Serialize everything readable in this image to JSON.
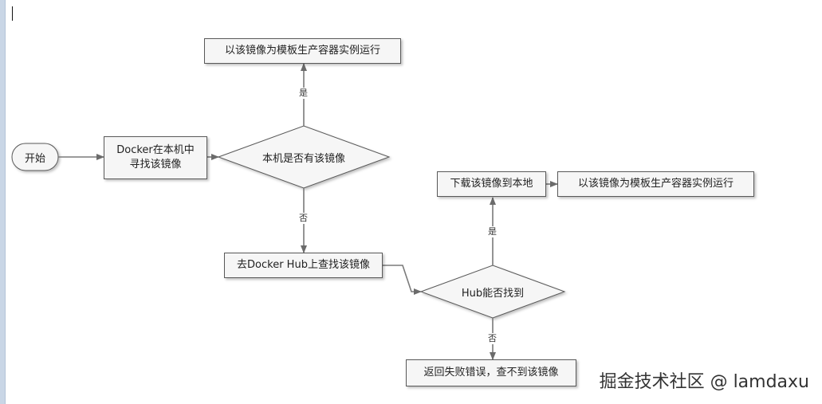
{
  "nodes": {
    "start": "开始",
    "search_local": "Docker在本机中\n寻找该镜像",
    "check_local": "本机是否有该镜像",
    "run_local": "以该镜像为模板生产容器实例运行",
    "search_hub": "去Docker Hub上查找该镜像",
    "check_hub": "Hub能否找到",
    "download": "下载该镜像到本地",
    "run_download": "以该镜像为模板生产容器实例运行",
    "error": "返回失败错误，查不到该镜像"
  },
  "edge_labels": {
    "local_yes": "是",
    "local_no": "否",
    "hub_yes": "是",
    "hub_no": "否"
  },
  "watermark": "掘金技术社区 @ lamdaxu"
}
